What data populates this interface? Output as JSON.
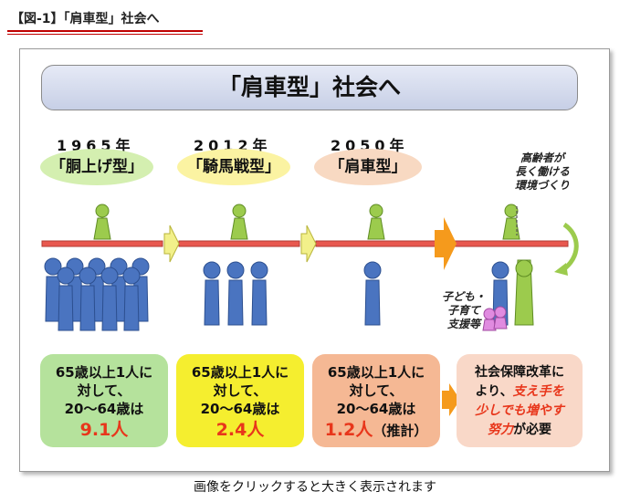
{
  "header": {
    "title": "【図-1】「肩車型」社会へ"
  },
  "slide": {
    "title": "「肩車型」社会へ",
    "eras": [
      {
        "year": "1965年",
        "type": "「胴上げ型」",
        "color": "#d4efb0"
      },
      {
        "year": "2012年",
        "type": "「騎馬戦型」",
        "color": "#fbf3a2"
      },
      {
        "year": "2050年",
        "type": "「肩車型」",
        "color": "#f8d9c2"
      }
    ],
    "note_elderly": "高齢者が\n長く働ける\n環境づくり",
    "note_child": "子ども・\n子育て\n支援等",
    "boxes": [
      {
        "line1": "65歳以上1人に",
        "line2": "対して、",
        "line3": "20～64歳は",
        "value": "9.1人",
        "suffix": "",
        "color": "#b5e29c"
      },
      {
        "line1": "65歳以上1人に",
        "line2": "対して、",
        "line3": "20～64歳は",
        "value": "2.4人",
        "suffix": "",
        "color": "#f5ee2f"
      },
      {
        "line1": "65歳以上1人に",
        "line2": "対して、",
        "line3": "20～64歳は",
        "value": "1.2人",
        "suffix": "（推計）",
        "color": "#f5b894"
      }
    ],
    "reform": {
      "l1": "社会保障改革に",
      "l2a": "より、",
      "l2b": "支え手を",
      "l3": "少しでも増やす",
      "l4a": "努力",
      "l4b": "が必要",
      "color": "#f9d8c8"
    }
  },
  "caption": "画像をクリックすると大きく表示されます",
  "colors": {
    "blue": "#4a74c0",
    "green": "#9ccb4d",
    "bar": "#e8584f",
    "arrow_light": "#f2f08a",
    "arrow_orange": "#f59a1c",
    "accent": "#e8361b"
  }
}
